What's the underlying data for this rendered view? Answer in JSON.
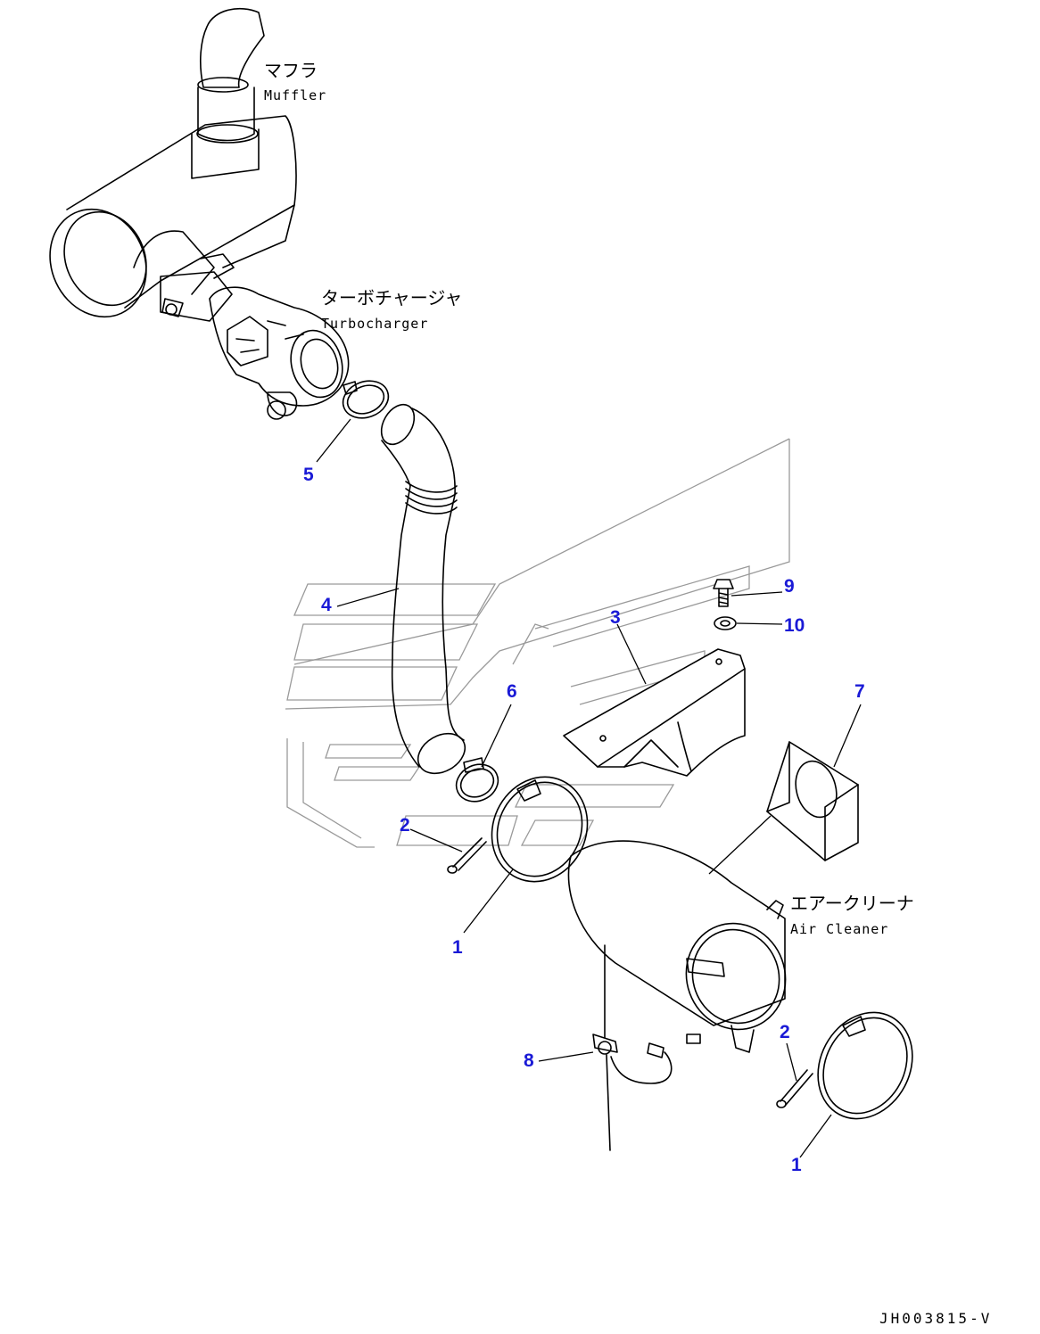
{
  "callouts": {
    "c1a": "1",
    "c1b": "1",
    "c2a": "2",
    "c2b": "2",
    "c3": "3",
    "c4": "4",
    "c5": "5",
    "c6": "6",
    "c7": "7",
    "c8": "8",
    "c9": "9",
    "c10": "10"
  },
  "components": {
    "muffler_jp": "マフラ",
    "muffler_en": "Muffler",
    "turbo_jp": "ターボチャージャ",
    "turbo_en": "Turbocharger",
    "aircleaner_jp": "エアークリーナ",
    "aircleaner_en": "Air Cleaner"
  },
  "drawing_code": "JH003815-V",
  "colors": {
    "callout": "#1a1ad6",
    "line": "#000000",
    "frame": "#9a9a9a"
  }
}
